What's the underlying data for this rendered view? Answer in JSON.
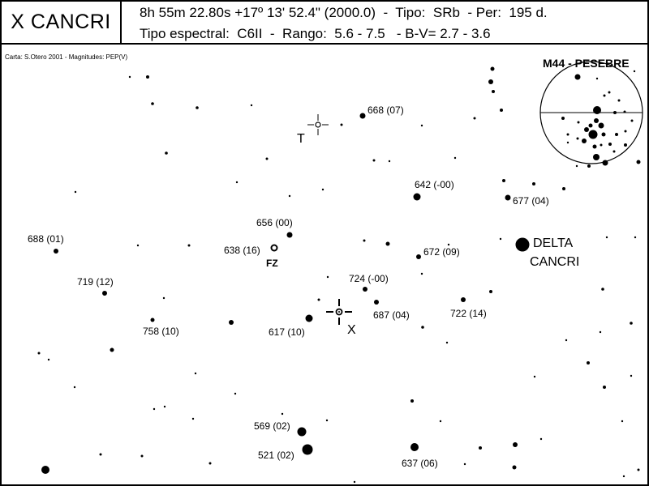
{
  "header": {
    "star_name": "X CANCRI",
    "line1": "8h 55m 22.80s +17º 13' 52.4\" (2000.0)  -  Tipo:  SRb  - Per:  195 d.",
    "line2": "Tipo espectral:  C6II  -  Rango:  5.6 - 7.5   - B-V= 2.7 - 3.6"
  },
  "credit": "Carta: S.Otero 2001 - Magnitudes: PEP(V)",
  "labels": {
    "m44": "M44 - PESEBRE",
    "delta_1": "DELTA",
    "delta_2": "CANCRI",
    "variable": "X",
    "t_mark": "T",
    "fz": "FZ"
  },
  "comparison_stars": [
    {
      "label": "668 (07)"
    },
    {
      "label": "642 (-00)"
    },
    {
      "label": "677 (04)"
    },
    {
      "label": "656 (00)"
    },
    {
      "label": "638 (16)"
    },
    {
      "label": "688 (01)"
    },
    {
      "label": "672 (09)"
    },
    {
      "label": "724 (-00)"
    },
    {
      "label": "719 (12)"
    },
    {
      "label": "687 (04)"
    },
    {
      "label": "722 (14)"
    },
    {
      "label": "758 (10)"
    },
    {
      "label": "617 (10)"
    },
    {
      "label": "569 (02)"
    },
    {
      "label": "521 (02)"
    },
    {
      "label": "637 (06)"
    }
  ]
}
